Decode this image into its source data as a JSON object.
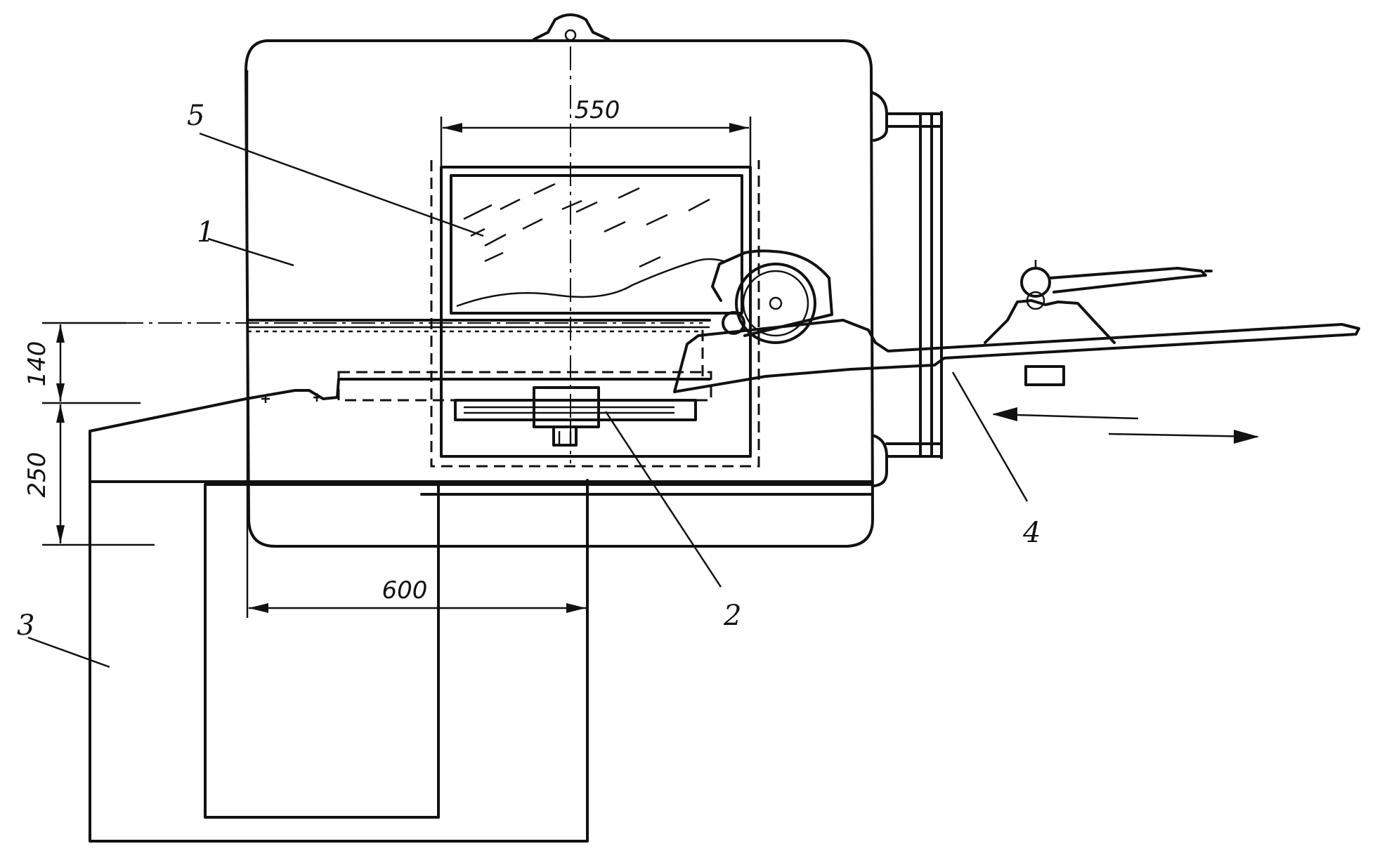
{
  "dimensions": {
    "top_width": "550",
    "bottom_width": "600",
    "upper_height": "140",
    "lower_height": "250"
  },
  "labels": {
    "cabinet": "1",
    "cutting_slot": "2",
    "table": "3",
    "feed_lever": "4",
    "window": "5"
  }
}
